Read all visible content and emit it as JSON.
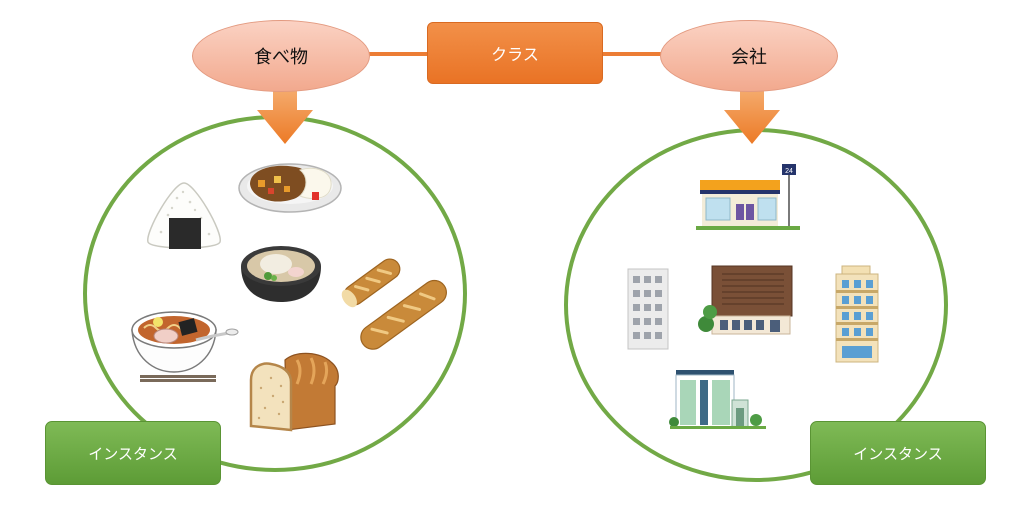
{
  "diagram": {
    "class_label": "クラス",
    "left_class": "食べ物",
    "right_class": "会社",
    "left_instance_label": "インスタンス",
    "right_instance_label": "インスタンス",
    "store_sign": "24"
  },
  "colors": {
    "orange": "#ec7d35",
    "salmon": "#f4ad93",
    "green": "#72a946"
  },
  "icons": {
    "food": [
      "onigiri-icon",
      "curry-rice-icon",
      "soup-bowl-icon",
      "baguette-icon",
      "ramen-icon",
      "bread-loaf-icon"
    ],
    "company": [
      "convenience-store-icon",
      "office-building-icon",
      "brick-building-icon",
      "apartment-building-icon",
      "small-office-icon"
    ]
  }
}
